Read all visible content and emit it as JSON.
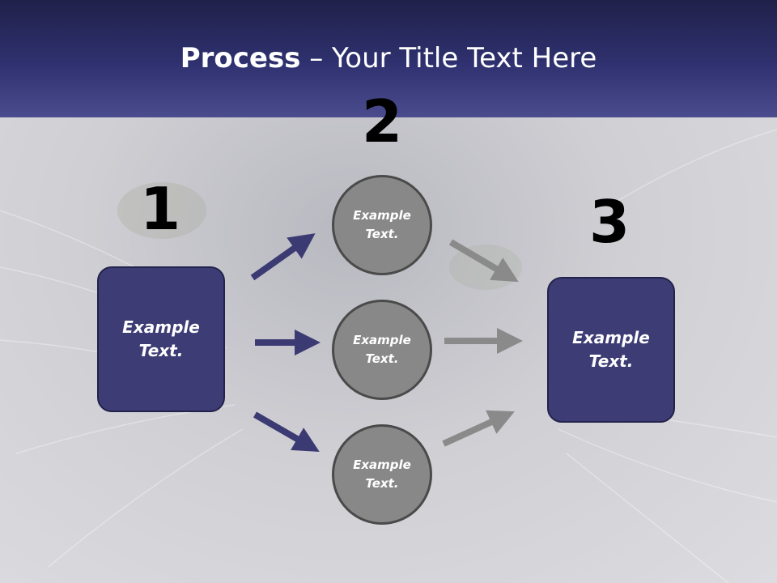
{
  "title": {
    "bold": "Process",
    "rest": " – Your Title Text Here"
  },
  "steps": {
    "one": "1",
    "two": "2",
    "three": "3"
  },
  "left_box": {
    "line1": "Example",
    "line2": "Text."
  },
  "right_box": {
    "line1": "Example",
    "line2": "Text."
  },
  "circles": [
    {
      "line1": "Example",
      "line2": "Text."
    },
    {
      "line1": "Example",
      "line2": "Text."
    },
    {
      "line1": "Example",
      "line2": "Text."
    }
  ],
  "colors": {
    "header": "#2f3170",
    "box": "#3d3c75",
    "circle": "#888888",
    "arrow_in": "#3b3a73",
    "arrow_out": "#8a8a8a"
  }
}
